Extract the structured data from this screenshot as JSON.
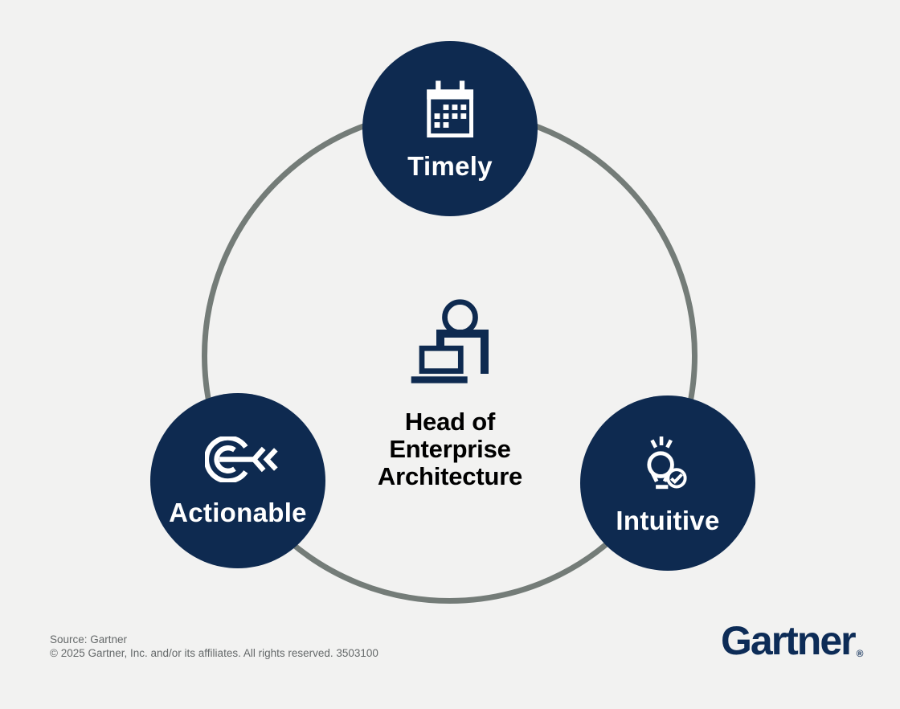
{
  "background_color": "#f2f2f1",
  "colors": {
    "node_navy": "#0e2a50",
    "ring_gray": "#747c78",
    "icon_white": "#ffffff",
    "center_title_black": "#000000",
    "footer_gray": "#65696a",
    "logo_navy": "#0d2c57"
  },
  "diagram": {
    "center": {
      "icon": "person-at-desk-icon",
      "title_lines": [
        "Head of",
        "Enterprise",
        "Architecture"
      ]
    },
    "nodes": [
      {
        "id": "timely",
        "label": "Timely",
        "icon": "calendar-icon",
        "position": "top"
      },
      {
        "id": "actionable",
        "label": "Actionable",
        "icon": "target-arrow-icon",
        "position": "bottom-left"
      },
      {
        "id": "intuitive",
        "label": "Intuitive",
        "icon": "lightbulb-check-icon",
        "position": "bottom-right"
      }
    ]
  },
  "footer": {
    "source": "Source: Gartner",
    "copyright": "© 2025 Gartner, Inc. and/or its affiliates. All rights reserved. 3503100"
  },
  "logo": {
    "text": "Gartner",
    "registered": "®"
  }
}
